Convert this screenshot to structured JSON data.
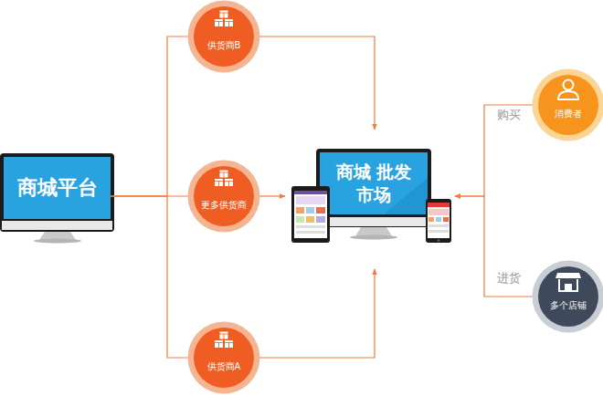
{
  "diagram": {
    "nodes": [
      {
        "text": [
          "商城平台"
        ]
      },
      {
        "text": [
          "供货商B"
        ]
      },
      {
        "text": [
          "更多供货商"
        ]
      },
      {
        "text": [
          "供货商A"
        ]
      },
      {
        "text": [
          "商城 批发市场"
        ]
      },
      {
        "text": [
          "消费者"
        ]
      },
      {
        "text": [
          "多个店铺"
        ]
      }
    ],
    "edges": [
      {
        "from": 0,
        "to": 1,
        "arrow": "none"
      },
      {
        "from": 0,
        "to": 2,
        "arrow": "none"
      },
      {
        "from": 0,
        "to": 3,
        "arrow": "none"
      },
      {
        "from": 1,
        "to": 4,
        "arrow": "to"
      },
      {
        "from": 2,
        "to": 4,
        "arrow": "to"
      },
      {
        "from": 3,
        "to": 4,
        "arrow": "to"
      },
      {
        "from": 5,
        "to": 4,
        "arrow": "to",
        "label": "购买"
      },
      {
        "from": 6,
        "to": 4,
        "arrow": "to",
        "label": "进货"
      }
    ]
  }
}
